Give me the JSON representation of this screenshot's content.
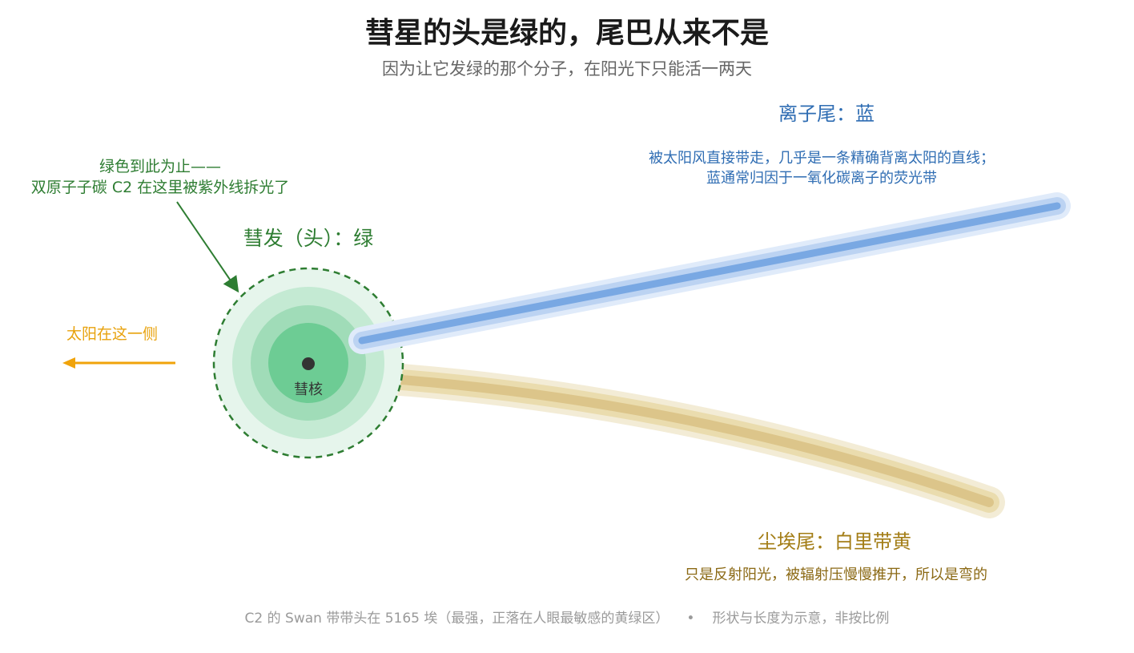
{
  "title": "彗星的头是绿的，尾巴从来不是",
  "subtitle": "因为让它发绿的那个分子，在阳光下只能活一两天",
  "ion_tail": {
    "title": "离子尾：蓝",
    "desc_line1": "被太阳风直接带走，几乎是一条精确背离太阳的直线；",
    "desc_line2": "蓝通常归因于一氧化碳离子的荧光带",
    "color": "#6a9fe0"
  },
  "coma": {
    "title": "彗发（头）：绿",
    "note_line1": "绿色到此为止——",
    "note_line2": "双原子子碳 C2 在这里被紫外线拆光了",
    "color": "#5fc88c"
  },
  "nucleus_label": "彗核",
  "sun_label": "太阳在这一侧",
  "dust_tail": {
    "title": "尘埃尾：白里带黄",
    "desc": "只是反射阳光，被辐射压慢慢推开，所以是弯的",
    "color": "#d9c27a"
  },
  "footer": {
    "left": "C2 的 Swan 带带头在 5165 埃（最强，正落在人眼最敏感的黄绿区）",
    "sep": "•",
    "right": "形状与长度为示意，非按比例"
  }
}
